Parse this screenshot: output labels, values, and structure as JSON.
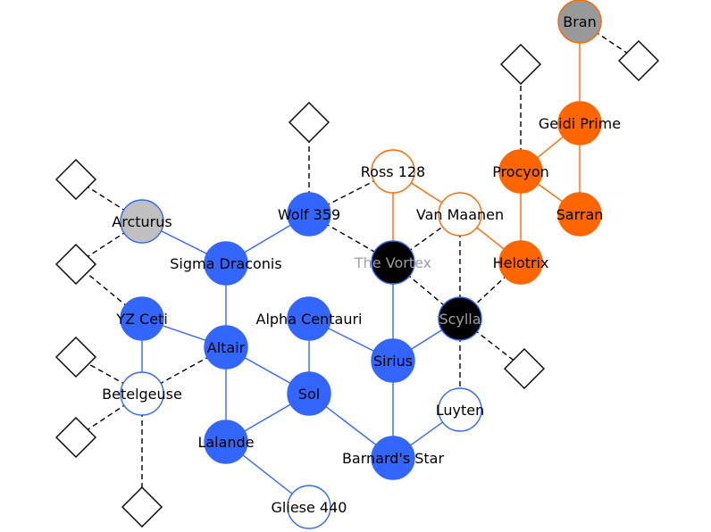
{
  "colors": {
    "blue": "#3366ff",
    "orange": "#ff6600",
    "black": "#000000",
    "white": "#ffffff",
    "gray_light": "#c0c0c0",
    "gray_dark": "#999999",
    "label_on_dark": "#a0a0a0"
  },
  "systems": [
    {
      "id": "bran",
      "label": "Bran",
      "faction": "neutral-dark"
    },
    {
      "id": "geidi",
      "label": "Geidi Prime",
      "faction": "orange"
    },
    {
      "id": "procyon",
      "label": "Procyon",
      "faction": "orange"
    },
    {
      "id": "sarran",
      "label": "Sarran",
      "faction": "orange"
    },
    {
      "id": "ross",
      "label": "Ross 128",
      "faction": "orange-outline"
    },
    {
      "id": "vanmaanen",
      "label": "Van Maanen",
      "faction": "orange-outline"
    },
    {
      "id": "helotrix",
      "label": "Helotrix",
      "faction": "orange"
    },
    {
      "id": "vortex",
      "label": "The Vortex",
      "faction": "black"
    },
    {
      "id": "scylla",
      "label": "Scylla",
      "faction": "black"
    },
    {
      "id": "wolf",
      "label": "Wolf 359",
      "faction": "blue"
    },
    {
      "id": "arcturus",
      "label": "Arcturus",
      "faction": "neutral"
    },
    {
      "id": "sigma",
      "label": "Sigma Draconis",
      "faction": "blue"
    },
    {
      "id": "yzceti",
      "label": "YZ Ceti",
      "faction": "blue"
    },
    {
      "id": "altair",
      "label": "Altair",
      "faction": "blue"
    },
    {
      "id": "alphacen",
      "label": "Alpha Centauri",
      "faction": "blue"
    },
    {
      "id": "sirius",
      "label": "Sirius",
      "faction": "blue"
    },
    {
      "id": "betelgeuse",
      "label": "Betelgeuse",
      "faction": "blue-outline"
    },
    {
      "id": "sol",
      "label": "Sol",
      "faction": "blue"
    },
    {
      "id": "luyten",
      "label": "Luyten",
      "faction": "blue-outline"
    },
    {
      "id": "lalande",
      "label": "Lalande",
      "faction": "blue"
    },
    {
      "id": "barnard",
      "label": "Barnard's Star",
      "faction": "blue"
    },
    {
      "id": "gliese",
      "label": "Gliese 440",
      "faction": "blue-outline"
    }
  ],
  "unknown_systems": [
    {
      "id": "u-bran"
    },
    {
      "id": "u-procyon"
    },
    {
      "id": "u-wolf"
    },
    {
      "id": "u-arcturus"
    },
    {
      "id": "u-yzceti"
    },
    {
      "id": "u-betel-1"
    },
    {
      "id": "u-betel-2"
    },
    {
      "id": "u-betel-3"
    },
    {
      "id": "u-scylla"
    }
  ],
  "lanes": [
    {
      "from": "bran",
      "to": "geidi",
      "style": "orange"
    },
    {
      "from": "geidi",
      "to": "procyon",
      "style": "orange"
    },
    {
      "from": "geidi",
      "to": "sarran",
      "style": "orange"
    },
    {
      "from": "procyon",
      "to": "sarran",
      "style": "orange"
    },
    {
      "from": "procyon",
      "to": "helotrix",
      "style": "orange"
    },
    {
      "from": "ross",
      "to": "vanmaanen",
      "style": "orange"
    },
    {
      "from": "ross",
      "to": "vortex",
      "style": "orange"
    },
    {
      "from": "vanmaanen",
      "to": "helotrix",
      "style": "orange"
    },
    {
      "from": "wolf",
      "to": "sigma",
      "style": "blue"
    },
    {
      "from": "arcturus",
      "to": "sigma",
      "style": "blue"
    },
    {
      "from": "sigma",
      "to": "altair",
      "style": "blue"
    },
    {
      "from": "yzceti",
      "to": "altair",
      "style": "blue"
    },
    {
      "from": "yzceti",
      "to": "betelgeuse",
      "style": "blue"
    },
    {
      "from": "altair",
      "to": "lalande",
      "style": "blue"
    },
    {
      "from": "altair",
      "to": "sol",
      "style": "blue"
    },
    {
      "from": "alphacen",
      "to": "sol",
      "style": "blue"
    },
    {
      "from": "alphacen",
      "to": "sirius",
      "style": "blue"
    },
    {
      "from": "sol",
      "to": "lalande",
      "style": "blue"
    },
    {
      "from": "sol",
      "to": "barnard",
      "style": "blue"
    },
    {
      "from": "lalande",
      "to": "gliese",
      "style": "blue"
    },
    {
      "from": "sirius",
      "to": "barnard",
      "style": "blue"
    },
    {
      "from": "sirius",
      "to": "vortex",
      "style": "blue"
    },
    {
      "from": "sirius",
      "to": "scylla",
      "style": "blue"
    },
    {
      "from": "barnard",
      "to": "luyten",
      "style": "blue"
    },
    {
      "from": "bran",
      "to": "u-bran",
      "style": "dashed"
    },
    {
      "from": "procyon",
      "to": "u-procyon",
      "style": "dashed"
    },
    {
      "from": "wolf",
      "to": "u-wolf",
      "style": "dashed"
    },
    {
      "from": "wolf",
      "to": "ross",
      "style": "dashed"
    },
    {
      "from": "wolf",
      "to": "vortex",
      "style": "dashed"
    },
    {
      "from": "vortex",
      "to": "vanmaanen",
      "style": "dashed"
    },
    {
      "from": "vortex",
      "to": "scylla",
      "style": "dashed"
    },
    {
      "from": "vanmaanen",
      "to": "scylla",
      "style": "dashed"
    },
    {
      "from": "helotrix",
      "to": "scylla",
      "style": "dashed"
    },
    {
      "from": "scylla",
      "to": "luyten",
      "style": "dashed"
    },
    {
      "from": "scylla",
      "to": "u-scylla",
      "style": "dashed"
    },
    {
      "from": "arcturus",
      "to": "u-arcturus",
      "style": "dashed"
    },
    {
      "from": "arcturus",
      "to": "u-yzceti",
      "style": "dashed"
    },
    {
      "from": "yzceti",
      "to": "u-yzceti",
      "style": "dashed"
    },
    {
      "from": "altair",
      "to": "betelgeuse",
      "style": "dashed"
    },
    {
      "from": "betelgeuse",
      "to": "u-betel-1",
      "style": "dashed"
    },
    {
      "from": "betelgeuse",
      "to": "u-betel-2",
      "style": "dashed"
    },
    {
      "from": "betelgeuse",
      "to": "u-betel-3",
      "style": "dashed"
    }
  ]
}
